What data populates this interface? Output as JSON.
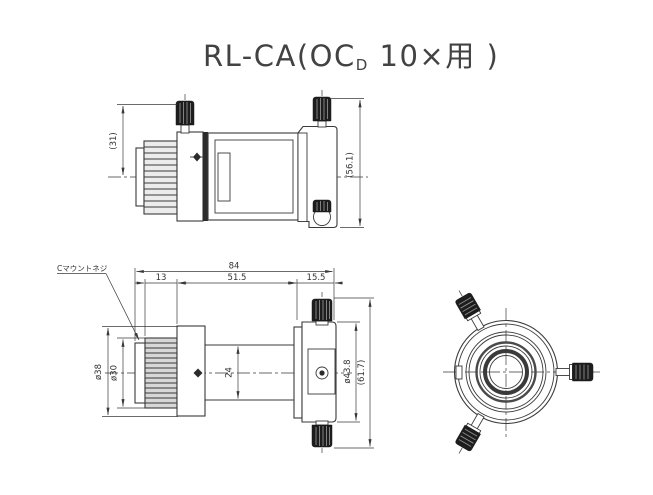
{
  "title": {
    "part1": "RL-CA(OC",
    "sub": "D",
    "part2": " 10×用 )"
  },
  "colors": {
    "line": "#3a3a3a",
    "knob_fill": "#1d1d1d",
    "background": "#ffffff"
  },
  "side_view": {
    "dims": {
      "height_to_center": "(31)",
      "overall_height": "(56.1)"
    }
  },
  "section_view": {
    "c_mount_label": "Cマウントネジ",
    "dims": {
      "total_length": "84",
      "knurl_length": "13",
      "body_length": "51.5",
      "flange_length": "15.5",
      "body_dia": "ø38",
      "knurl_dia": "ø30",
      "neck_dia": "24",
      "flange_dia": "ø43.8",
      "overall_dia": "(61.7)"
    }
  }
}
